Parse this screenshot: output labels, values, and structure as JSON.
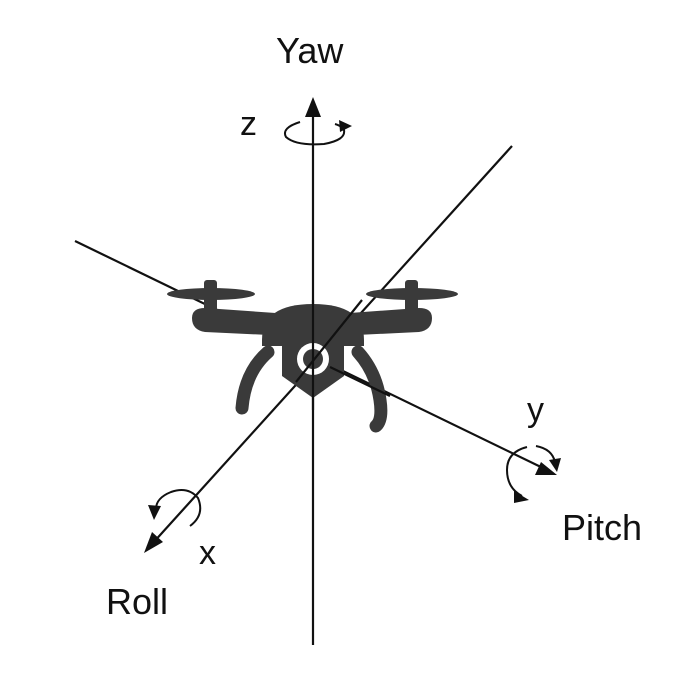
{
  "labels": {
    "yaw": "Yaw",
    "pitch": "Pitch",
    "roll": "Roll",
    "x": "x",
    "y": "y",
    "z": "z"
  },
  "colors": {
    "axis": "#111111",
    "drone": "#3a3a3a",
    "background": "#ffffff"
  },
  "icons": {
    "drone": "quadcopter-drone-icon",
    "rotation": "rotation-arrow-icon"
  }
}
